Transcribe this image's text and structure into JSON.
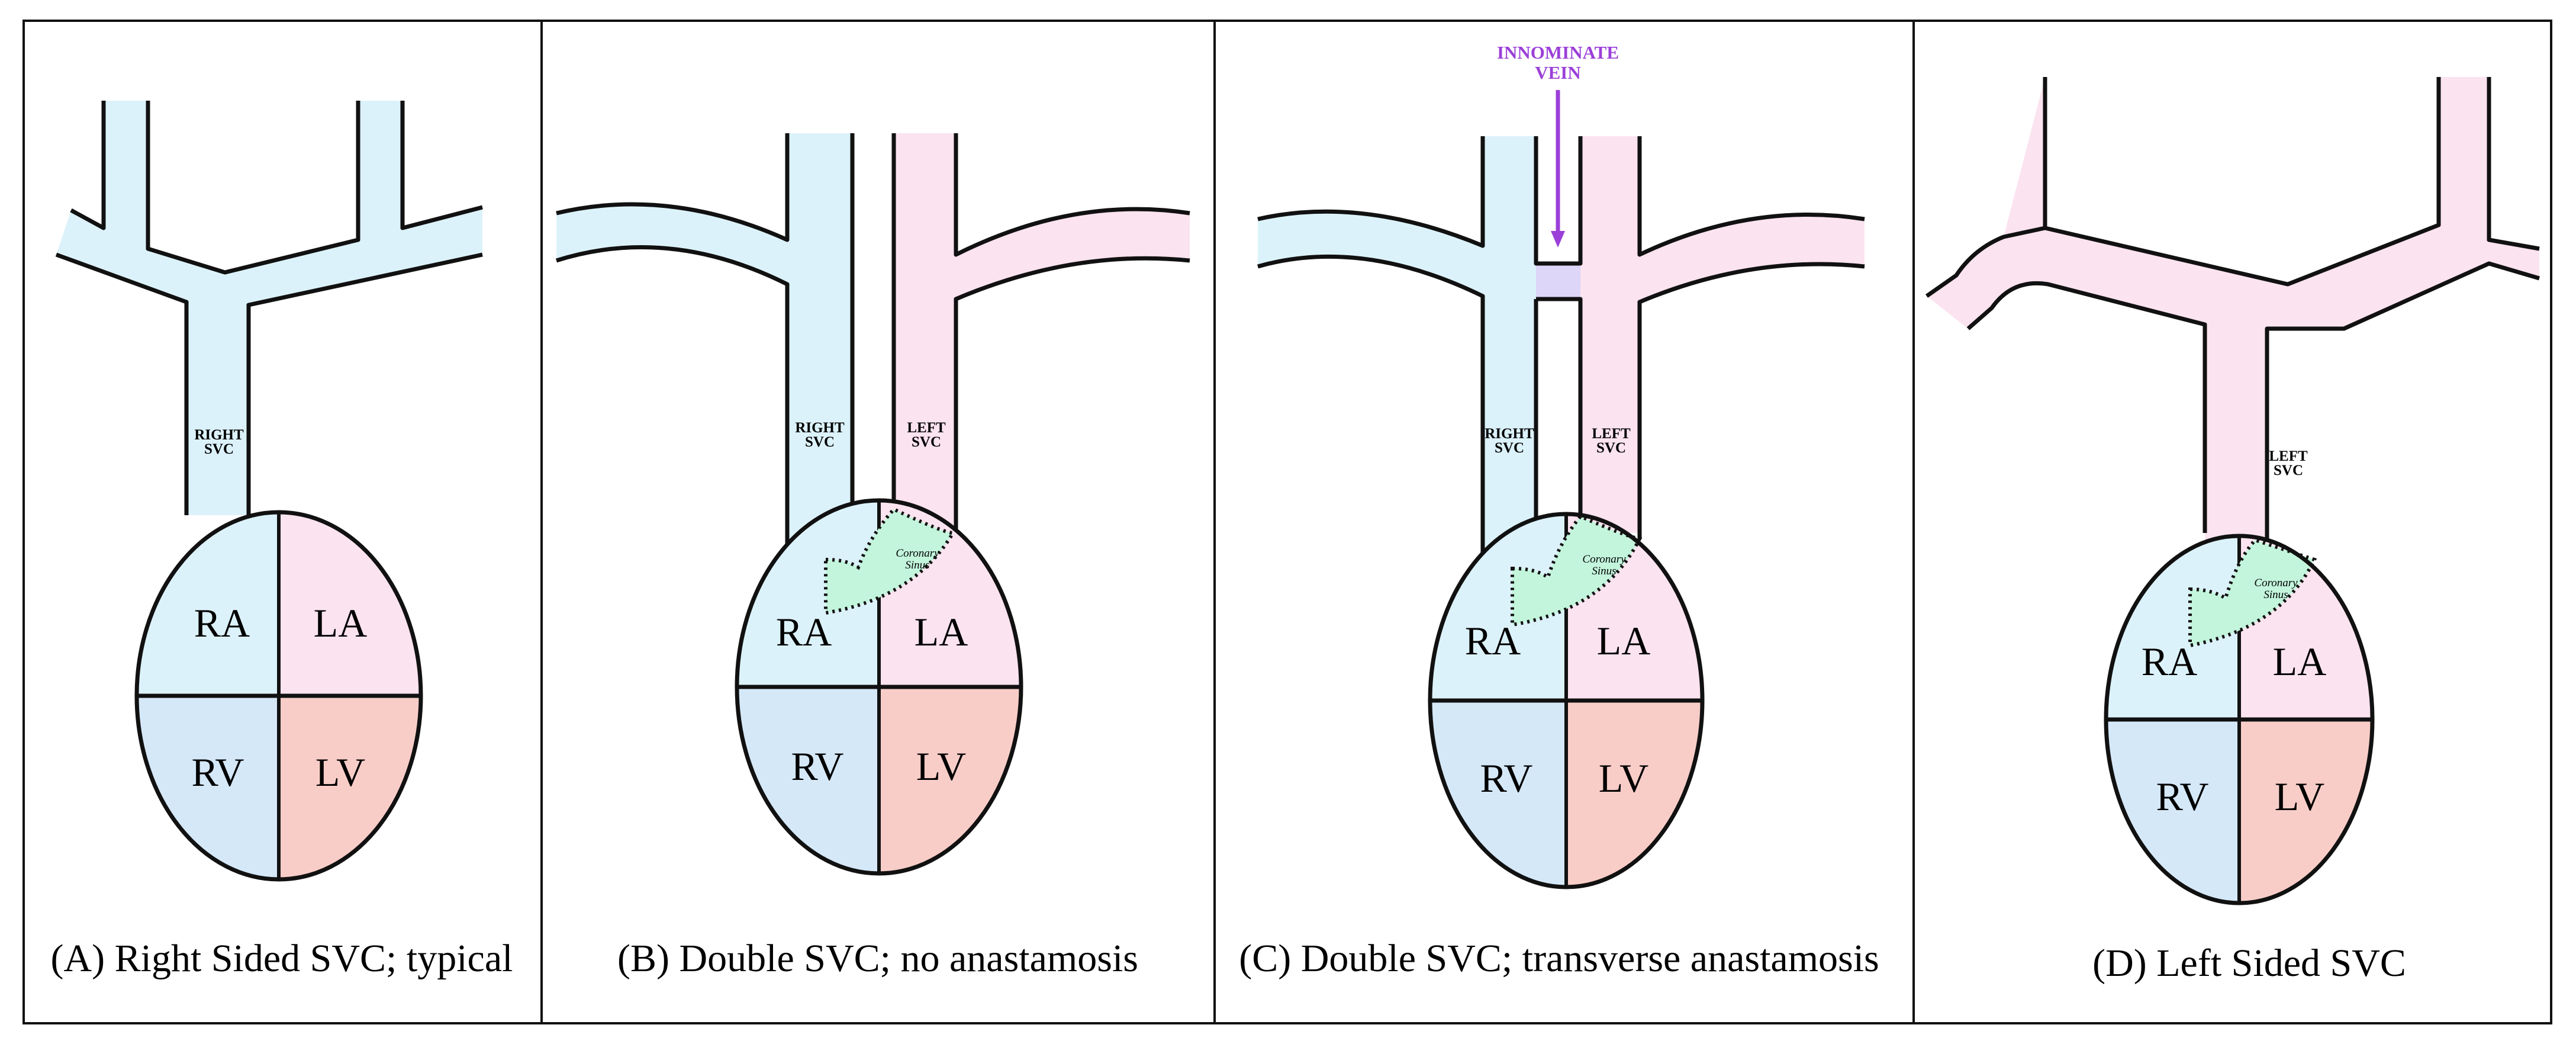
{
  "colors": {
    "right_side": "#dcf2fa",
    "left_side": "#fbe3ef",
    "right_ventricle": "#d5e8f8",
    "left_ventricle": "#f8cdc8",
    "coronary_sinus": "#c3f5dc",
    "innominate_vein": "#ddd6f8",
    "annotation": "#9b3fd8",
    "outline": "#111111"
  },
  "chambers": {
    "ra": "RA",
    "la": "LA",
    "rv": "RV",
    "lv": "LV"
  },
  "panels": [
    {
      "id": "A",
      "caption": "(A) Right Sided SVC; typical",
      "vessel_labels": [
        [
          "RIGHT",
          "SVC"
        ]
      ]
    },
    {
      "id": "B",
      "caption": "(B) Double SVC; no anastamosis",
      "vessel_labels": [
        [
          "RIGHT",
          "SVC"
        ],
        [
          "LEFT",
          "SVC"
        ]
      ],
      "coronary_sinus": [
        "Coronary",
        "Sinus"
      ]
    },
    {
      "id": "C",
      "caption": "(C) Double SVC; transverse anastamosis",
      "vessel_labels": [
        [
          "RIGHT",
          "SVC"
        ],
        [
          "LEFT",
          "SVC"
        ]
      ],
      "coronary_sinus": [
        "Coronary",
        "Sinus"
      ],
      "annotation": [
        "INNOMINATE",
        "VEIN"
      ]
    },
    {
      "id": "D",
      "caption": "(D) Left Sided SVC",
      "vessel_labels": [
        [
          "LEFT",
          "SVC"
        ]
      ],
      "coronary_sinus": [
        "Coronary",
        "Sinus"
      ]
    }
  ]
}
